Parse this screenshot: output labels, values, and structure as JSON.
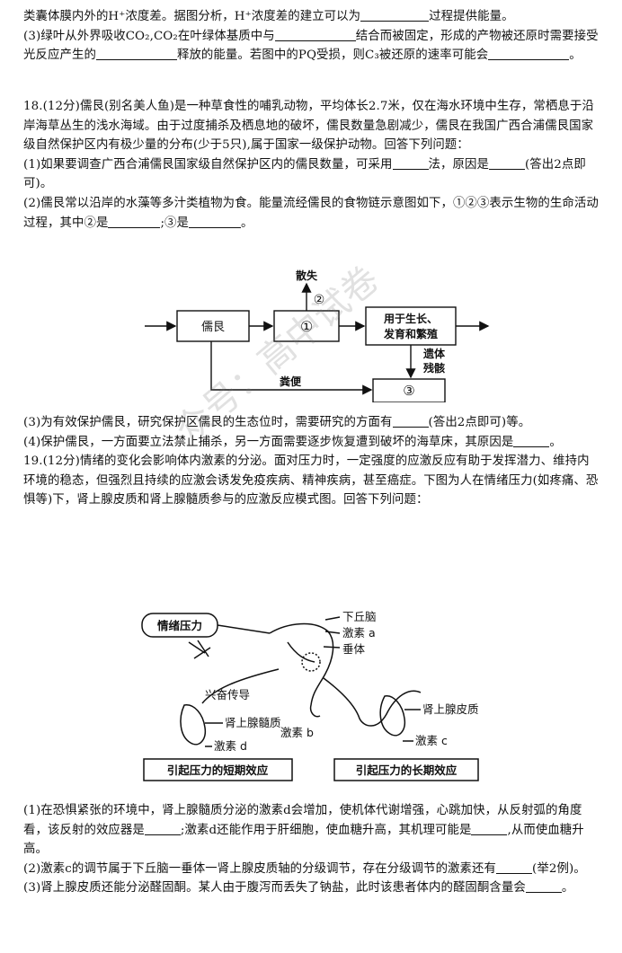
{
  "top": {
    "line1": "类囊体膜内外的H⁺浓度差。据图分析，H⁺浓度差的建立可以为",
    "line1_tail": "过程提供能量。",
    "q3_a": "(3)绿叶从外界吸收CO₂,CO₂在叶绿体基质中与",
    "q3_b": "结合而被固定，形成的产物被还原时需要接受光反应产生的",
    "q3_c": "释放的能量。若图中的PQ受损，则C₃被还原的速率可能会",
    "q3_end": "。"
  },
  "q18": {
    "intro": "18.(12分)儒艮(别名美人鱼)是一种草食性的哺乳动物，平均体长2.7米，仅在海水环境中生存，常栖息于沿岸海草丛生的浅水海域。由于过度捕杀及栖息地的破坏，儒艮数量急剧减少，儒艮在我国广西合浦儒艮国家级自然保护区内有极少量的分布(少于5只),属于国家一级保护动物。回答下列问题：",
    "p1_a": "(1)如果要调查广西合浦儒艮国家级自然保护区内的儒艮数量，可采用",
    "p1_b": "法，原因是",
    "p1_c": "(答出2点即可)。",
    "p2_a": "(2)儒艮常以沿岸的水藻等多汁类植物为食。能量流经儒艮的食物链示意图如下，①②③表示生物的生命活动过程，其中②是",
    "p2_b": ";③是",
    "p2_c": "。",
    "p3_a": "(3)为有效保护儒艮，研究保护区儒艮的生态位时，需要研究的方面有",
    "p3_b": "(答出2点即可)等。",
    "p4_a": "(4)保护儒艮，一方面要立法禁止捕杀，另一方面需要逐步恢复遭到破坏的海草床，其原因是",
    "p4_b": "。"
  },
  "flow": {
    "dugong": "儒艮",
    "circle1": "①",
    "growth_l1": "用于生长、",
    "growth_l2": "发育和繁殖",
    "circle3": "③",
    "sansi": "散失",
    "circle2": "②",
    "remains_l1": "遗体",
    "remains_l2": "残骸",
    "feces": "粪便"
  },
  "q19": {
    "intro": "19.(12分)情绪的变化会影响体内激素的分泌。面对压力时，一定强度的应激反应有助于发挥潜力、维持内环境的稳态，但强烈且持续的应激会诱发免疫疾病、精神疾病，甚至癌症。下图为人在情绪压力(如疼痛、恐惧等)下，肾上腺皮质和肾上腺髓质参与的应激反应模式图。回答下列问题：",
    "p1_a": "(1)在恐惧紧张的环境中，肾上腺髓质分泌的激素d会增加，使机体代谢增强，心跳加快，从反射弧的角度看，该反射的效应器是",
    "p1_b": ";激素d还能作用于肝细胞，使血糖升高，其机理可能是",
    "p1_c": ",从而使血糖升高。",
    "p2_a": "(2)激素c的调节属于下丘脑一垂体一肾上腺皮质轴的分级调节，存在分级调节的激素还有",
    "p2_b": "(举2例)。",
    "p3_a": "(3)肾上腺皮质还能分泌醛固酮。某人由于腹泻而丢失了钠盐，此时该患者体内的醛固酮含量会",
    "p3_b": "。"
  },
  "stress": {
    "emotion": "情绪压力",
    "hypothalamus": "下丘脑",
    "hormone_a": "激素 a",
    "pituitary": "垂体",
    "nerve": "兴奋传导",
    "medulla": "肾上腺髓质",
    "hormone_b": "激素 b",
    "cortex": "肾上腺皮质",
    "hormone_d": "激素 d",
    "hormone_c": "激素 c",
    "short_term": "引起压力的短期效应",
    "long_term": "引起压力的长期效应"
  },
  "watermark": "众号：高中试卷"
}
